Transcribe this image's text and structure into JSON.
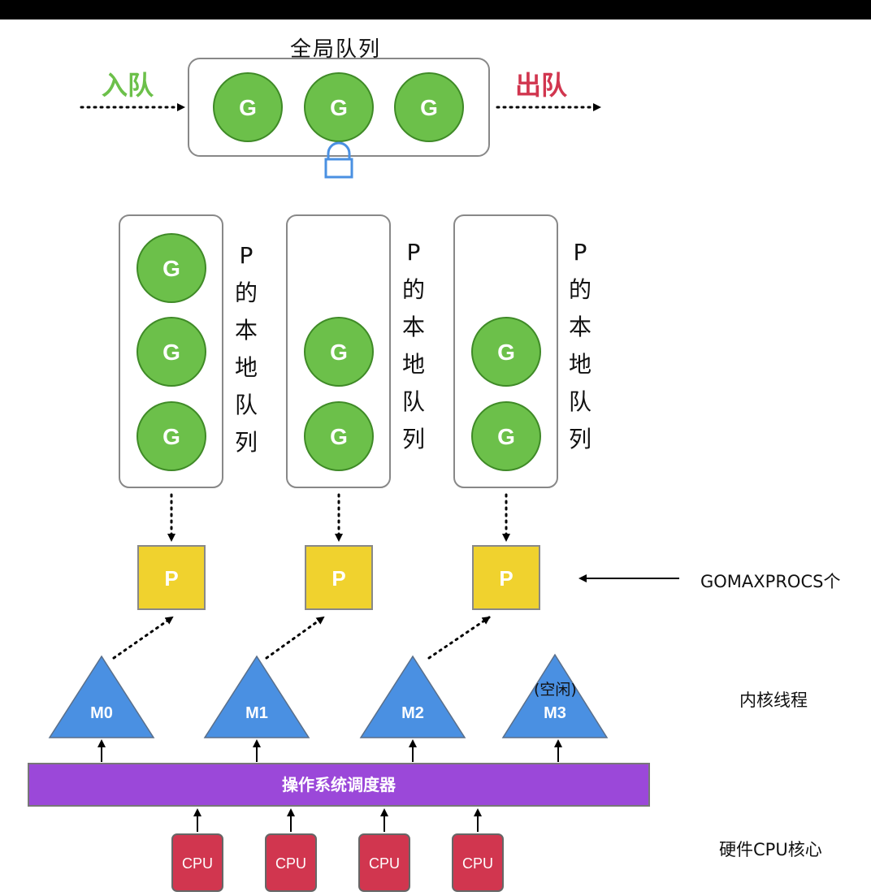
{
  "global_queue": {
    "title": "全局队列",
    "enqueue": "入队",
    "dequeue": "出队",
    "goroutines": [
      "G",
      "G",
      "G"
    ]
  },
  "local_queue_label": [
    "P",
    "的",
    "本",
    "地",
    "队",
    "列"
  ],
  "local_queues": [
    {
      "goroutines": [
        "G",
        "G",
        "G"
      ]
    },
    {
      "goroutines": [
        "G",
        "G"
      ]
    },
    {
      "goroutines": [
        "G",
        "G"
      ]
    }
  ],
  "processors": [
    "P",
    "P",
    "P"
  ],
  "gomaxprocs_label": "GOMAXPROCS个",
  "threads": [
    {
      "label": "M0",
      "note": ""
    },
    {
      "label": "M1",
      "note": ""
    },
    {
      "label": "M2",
      "note": ""
    },
    {
      "label": "M3",
      "note": "(空闲)"
    }
  ],
  "kernel_thread_label": "内核线程",
  "os_scheduler": "操作系统调度器",
  "cpus": [
    "CPU",
    "CPU",
    "CPU",
    "CPU"
  ],
  "cpu_core_label": "硬件CPU核心",
  "colors": {
    "goroutine": "#6cc04a",
    "processor": "#f0d22e",
    "thread": "#4a90e2",
    "scheduler": "#9b48d9",
    "cpu": "#d1364f",
    "lock": "#4a90e2"
  }
}
